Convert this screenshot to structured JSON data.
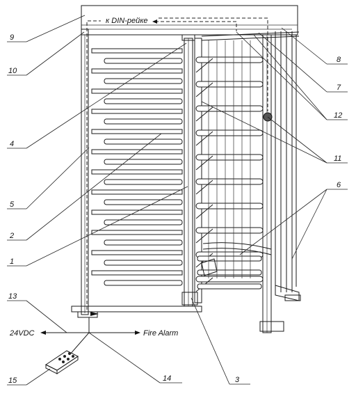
{
  "labels": {
    "din_rail": "к DIN-рейке",
    "power": "24VDC",
    "fire_alarm": "Fire Alarm"
  },
  "callouts": [
    "1",
    "2",
    "3",
    "4",
    "5",
    "6",
    "7",
    "8",
    "9",
    "10",
    "11",
    "12",
    "13",
    "14",
    "15"
  ]
}
